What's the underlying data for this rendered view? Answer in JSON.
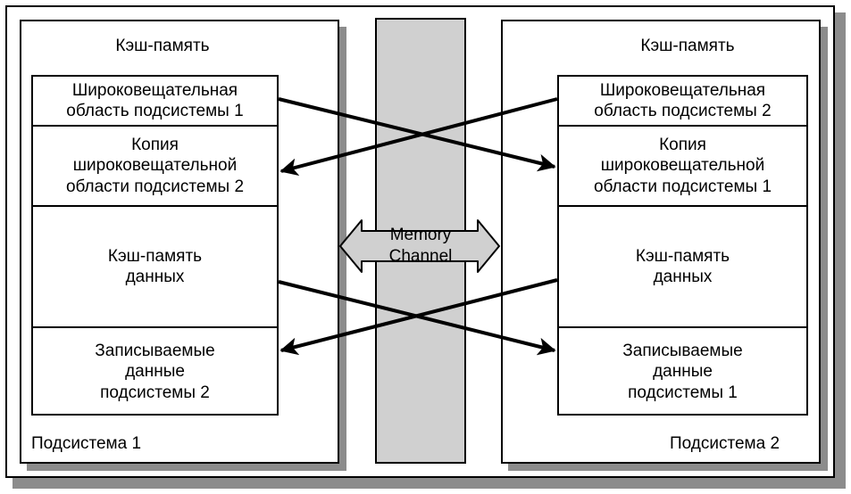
{
  "subsystem1": {
    "cache_title": "Кэш-память",
    "label": "Подсистема 1",
    "cells": [
      "Широковещательная\nобласть подсистемы 1",
      "Копия\nшироковещательной\nобласти подсистемы 2",
      "Кэш-память\nданных",
      "Записываемые\nданные\nподсистемы 2"
    ]
  },
  "subsystem2": {
    "cache_title": "Кэш-память",
    "label": "Подсистема 2",
    "cells": [
      "Широковещательная\nобласть подсистемы 2",
      "Копия\nшироковещательной\nобласти подсистемы 1",
      "Кэш-память\nданных",
      "Записываемые\nданные\nподсистемы 1"
    ]
  },
  "channel": {
    "label_line1": "Memory",
    "label_line2": "Channel"
  },
  "colors": {
    "shadow": "#8c8c8c",
    "channel_fill": "#d0d0d0",
    "line": "#000000"
  }
}
